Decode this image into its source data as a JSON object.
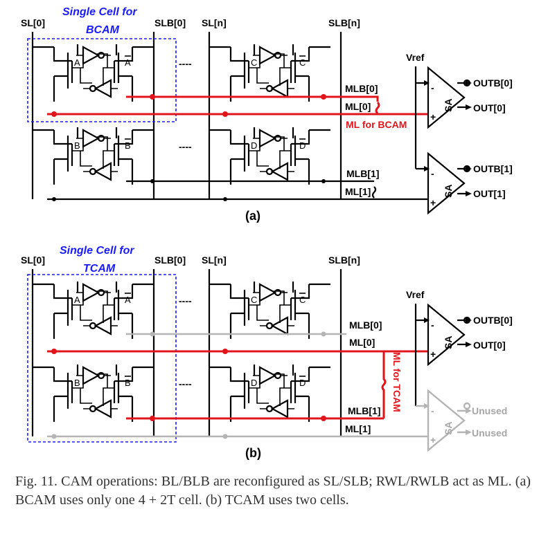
{
  "colors": {
    "accent_red": "#e0141a",
    "cell_blue": "#1a1aff",
    "unused_gray": "#a6a6a6"
  },
  "panel_a": {
    "sl0": "SL[0]",
    "slb0": "SLB[0]",
    "sln": "SL[n]",
    "slbn": "SLB[n]",
    "cell_title_1": "Single Cell for",
    "cell_title_2": "BCAM",
    "node_a": "A",
    "node_abar": "A",
    "node_b": "B",
    "node_bbar": "B",
    "node_c": "C",
    "node_cbar": "C",
    "node_d": "D",
    "node_dbar": "D",
    "dots": "----",
    "mlb0": "MLB[0]",
    "ml0": "ML[0]",
    "ml_note": "ML for BCAM",
    "mlb1": "MLB[1]",
    "ml1": "ML[1]",
    "vref": "Vref",
    "sa": "SA",
    "outb0": "OUTB[0]",
    "out0": "OUT[0]",
    "outb1": "OUTB[1]",
    "out1": "OUT[1]",
    "minus": "-",
    "plus": "+",
    "label": "(a)"
  },
  "panel_b": {
    "sl0": "SL[0]",
    "slb0": "SLB[0]",
    "sln": "SL[n]",
    "slbn": "SLB[n]",
    "cell_title_1": "Single Cell for",
    "cell_title_2": "TCAM",
    "node_a": "A",
    "node_abar": "A",
    "node_b": "B",
    "node_bbar": "B",
    "node_c": "C",
    "node_cbar": "C",
    "node_d": "D",
    "node_dbar": "D",
    "dots": "----",
    "mlb0": "MLB[0]",
    "ml0": "ML[0]",
    "ml_note": "ML for TCAM",
    "mlb1": "MLB[1]",
    "ml1": "ML[1]",
    "vref": "Vref",
    "sa": "SA",
    "outb0": "OUTB[0]",
    "out0": "OUT[0]",
    "unused1": "Unused",
    "unused2": "Unused",
    "minus": "-",
    "plus": "+",
    "label": "(b)"
  },
  "caption": "Fig. 11.    CAM operations: BL/BLB are reconfigured as SL/SLB; RWL/RWLB act as ML. (a) BCAM uses only one 4 + 2T cell. (b) TCAM uses two cells."
}
